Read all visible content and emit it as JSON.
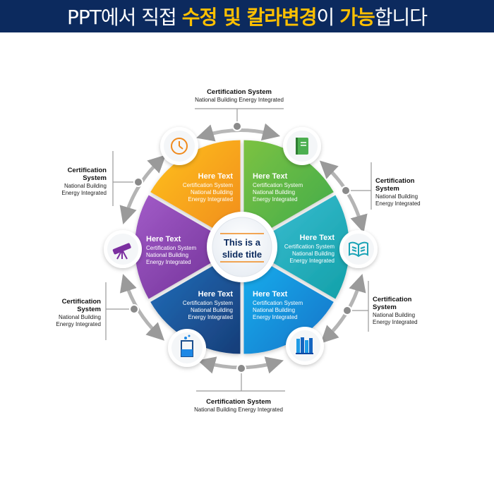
{
  "banner": {
    "part1": "PPT에서 직접 ",
    "hl1": "수정 및 칼라변경",
    "part2": "이 ",
    "hl2": "가능",
    "part3": "합니다"
  },
  "center": {
    "line1": "This is a",
    "line2": "slide title"
  },
  "segments": [
    {
      "title": "Here Text",
      "l1": "Certification System",
      "l2": "National Building",
      "l3": "Energy Integrated",
      "color": "#f5a623",
      "icon": "clock-icon"
    },
    {
      "title": "Here Text",
      "l1": "Certification System",
      "l2": "National Building",
      "l3": "Energy Integrated",
      "color": "#5cb85c",
      "icon": "book-icon"
    },
    {
      "title": "Here Text",
      "l1": "Certification System",
      "l2": "National Building",
      "l3": "Energy Integrated",
      "color": "#1fb5c7",
      "icon": "open-book-icon"
    },
    {
      "title": "Here Text",
      "l1": "Certification System",
      "l2": "National Building",
      "l3": "Energy Integrated",
      "color": "#1e9be6",
      "icon": "books-icon"
    },
    {
      "title": "Here Text",
      "l1": "Certification System",
      "l2": "National Building",
      "l3": "Energy Integrated",
      "color": "#1a4e8e",
      "icon": "beaker-icon"
    },
    {
      "title": "Here Text",
      "l1": "Certification System",
      "l2": "National Building",
      "l3": "Energy Integrated",
      "color": "#8e44ad",
      "icon": "telescope-icon"
    }
  ],
  "labels": {
    "top": {
      "title": "Certification System",
      "sub": "National Building Energy Integrated"
    },
    "right_upper": {
      "t1": "Certification",
      "t2": "System",
      "s1": "National Building",
      "s2": "Energy Integrated"
    },
    "right_lower": {
      "t1": "Certification",
      "t2": "System",
      "s1": "National Building",
      "s2": "Energy Integrated"
    },
    "bottom": {
      "title": "Certification System",
      "sub": "National Building Energy Integrated"
    },
    "left_lower": {
      "t1": "Certification",
      "t2": "System",
      "s1": "National Building",
      "s2": "Energy Integrated"
    },
    "left_upper": {
      "t1": "Certification",
      "t2": "System",
      "s1": "National Building",
      "s2": "Energy Integrated"
    }
  }
}
